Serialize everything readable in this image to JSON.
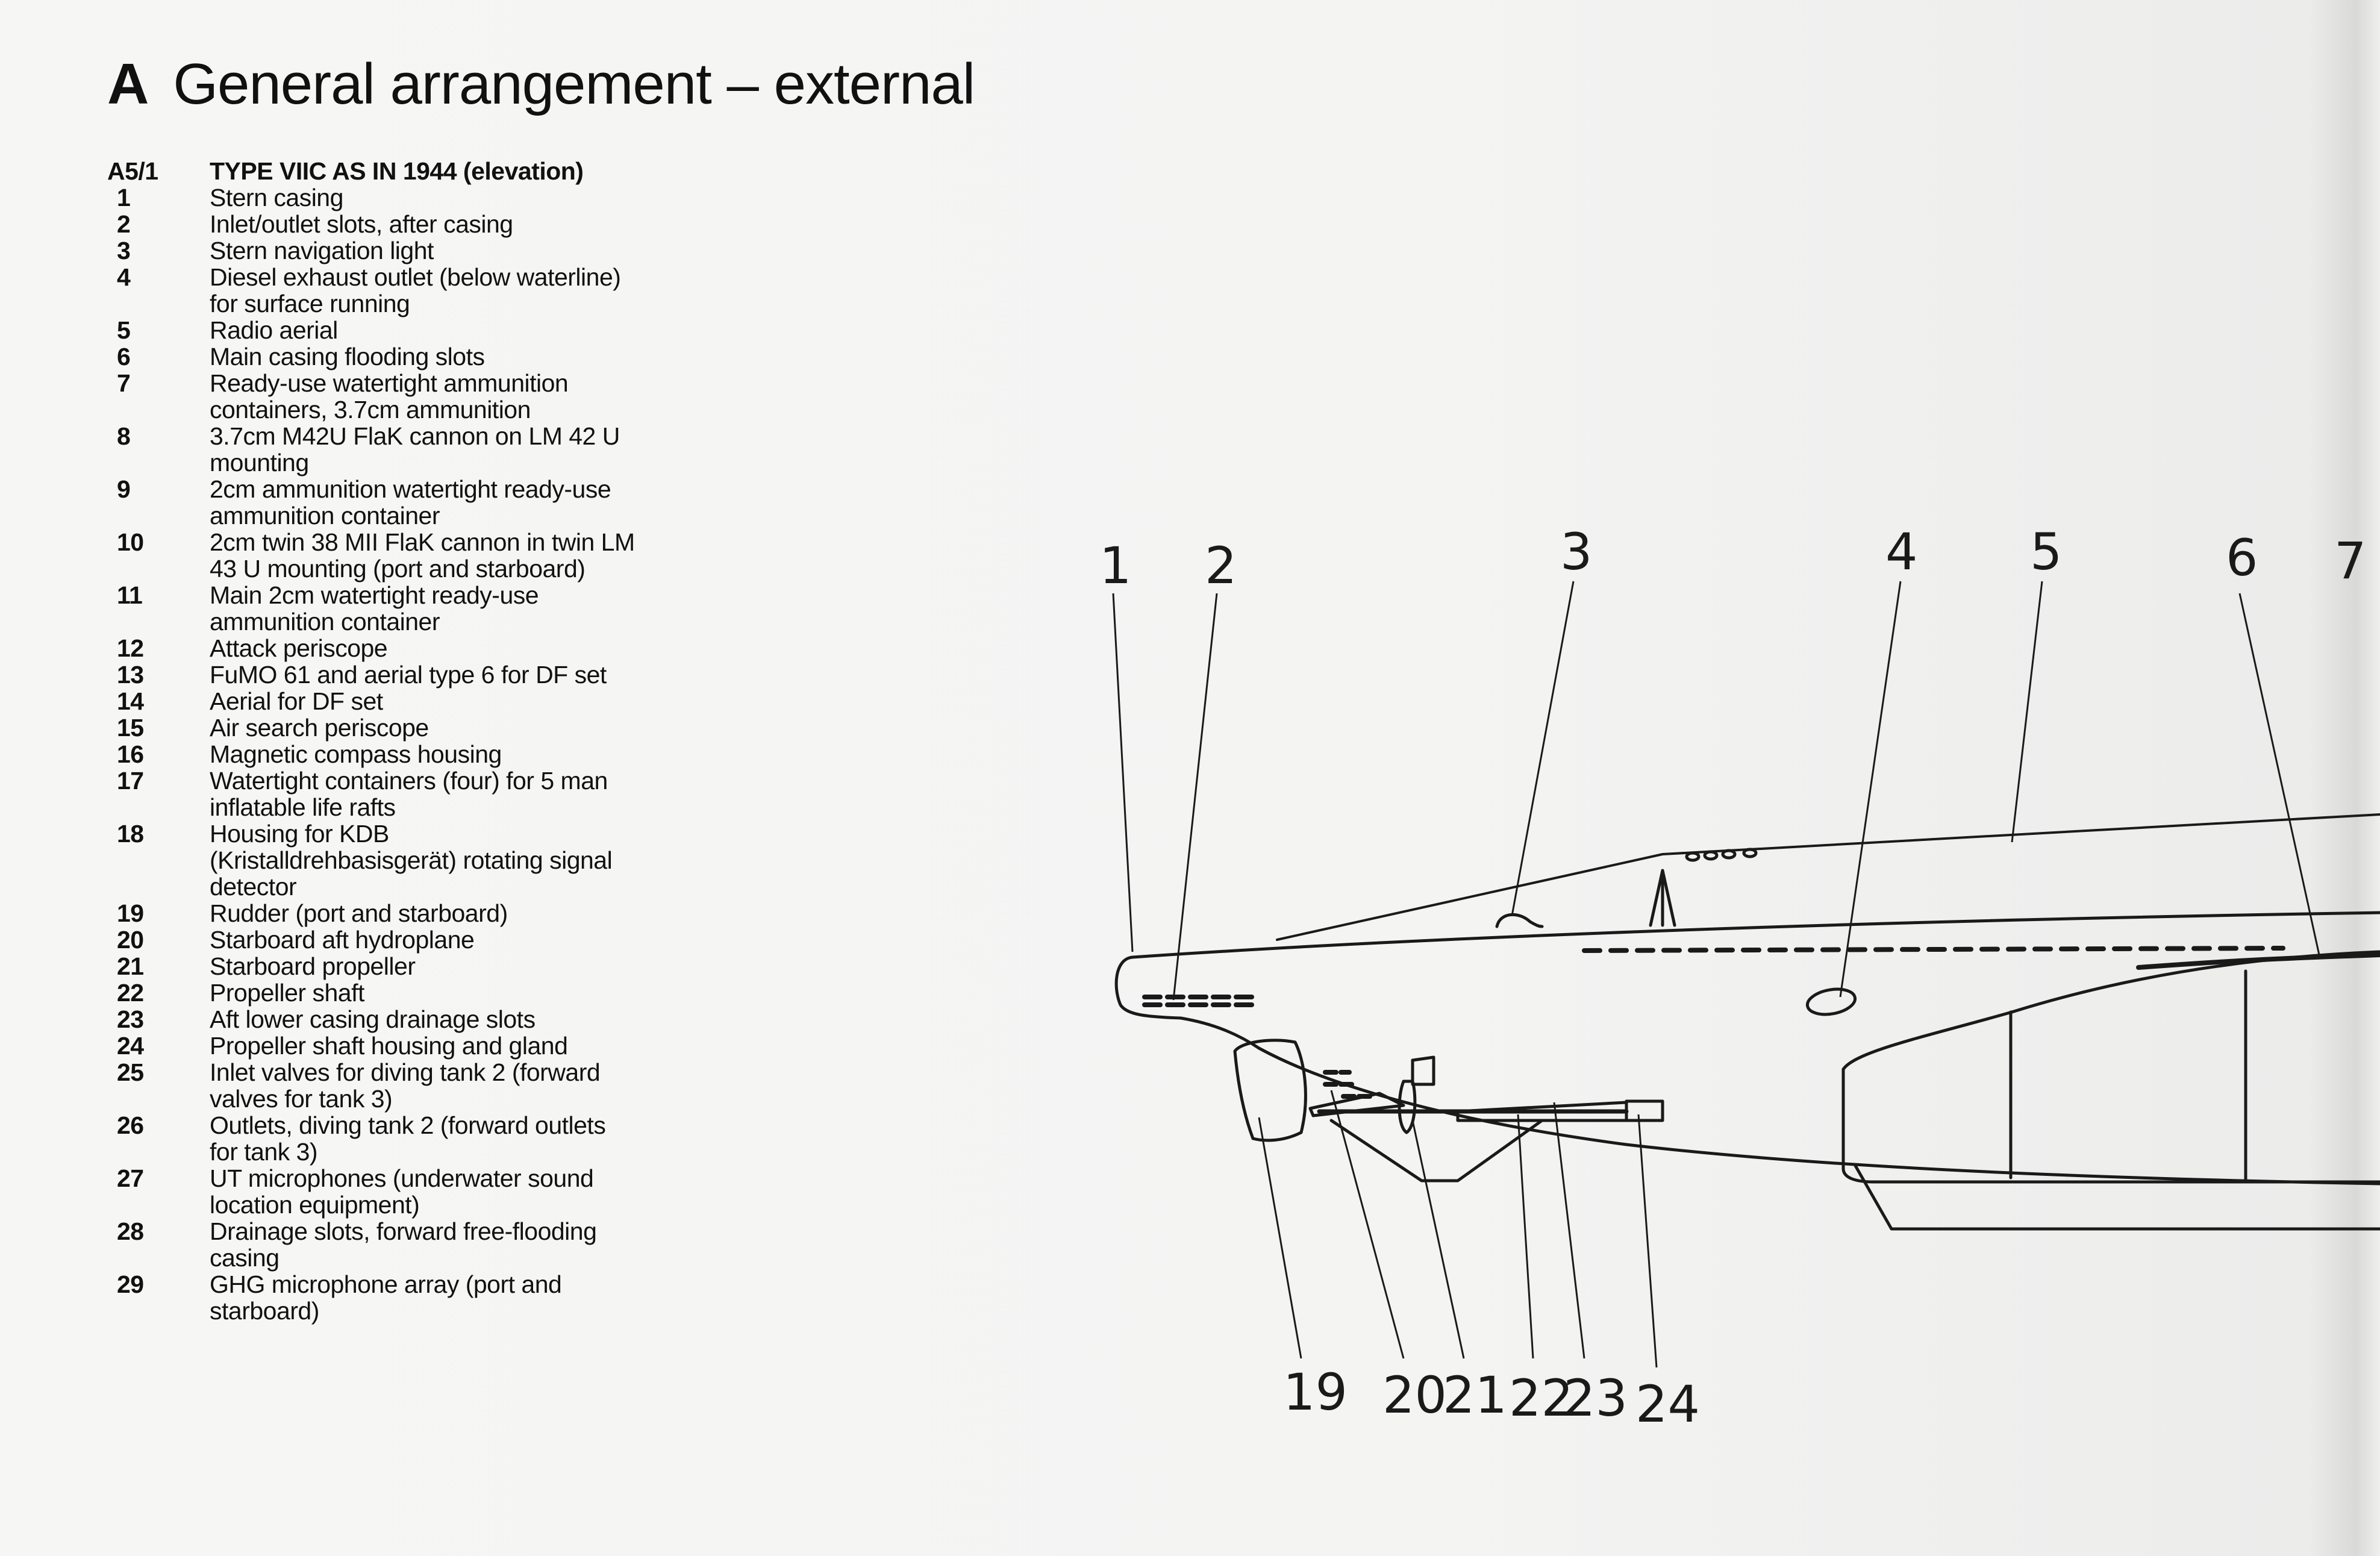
{
  "header": {
    "section_letter": "A",
    "title": "General arrangement – external"
  },
  "legend": {
    "code": "A5/1",
    "heading": "TYPE VIIC AS IN 1944 (elevation)",
    "items": [
      {
        "num": "1",
        "text": "Stern casing"
      },
      {
        "num": "2",
        "text": "Inlet/outlet slots, after casing"
      },
      {
        "num": "3",
        "text": "Stern navigation light"
      },
      {
        "num": "4",
        "text": "Diesel exhaust outlet (below waterline) for surface running"
      },
      {
        "num": "5",
        "text": "Radio aerial"
      },
      {
        "num": "6",
        "text": "Main casing flooding slots"
      },
      {
        "num": "7",
        "text": "Ready-use watertight ammunition containers, 3.7cm ammunition"
      },
      {
        "num": "8",
        "text": "3.7cm M42U FlaK cannon on LM 42 U mounting"
      },
      {
        "num": "9",
        "text": "2cm ammunition watertight ready-use ammunition container"
      },
      {
        "num": "10",
        "text": "2cm twin 38 MII FlaK cannon in twin LM 43 U mounting (port and starboard)"
      },
      {
        "num": "11",
        "text": "Main 2cm watertight ready-use ammunition container"
      },
      {
        "num": "12",
        "text": "Attack periscope"
      },
      {
        "num": "13",
        "text": "FuMO 61 and aerial type 6 for DF set"
      },
      {
        "num": "14",
        "text": "Aerial for DF set"
      },
      {
        "num": "15",
        "text": "Air search periscope"
      },
      {
        "num": "16",
        "text": "Magnetic compass housing"
      },
      {
        "num": "17",
        "text": "Watertight containers (four) for 5 man inflatable life rafts"
      },
      {
        "num": "18",
        "text": "Housing for KDB (Kristalldrehbasisgerät) rotating signal detector"
      },
      {
        "num": "19",
        "text": "Rudder (port and starboard)"
      },
      {
        "num": "20",
        "text": "Starboard aft hydroplane"
      },
      {
        "num": "21",
        "text": "Starboard propeller"
      },
      {
        "num": "22",
        "text": "Propeller shaft"
      },
      {
        "num": "23",
        "text": "Aft lower casing drainage slots"
      },
      {
        "num": "24",
        "text": "Propeller shaft housing and gland"
      },
      {
        "num": "25",
        "text": "Inlet valves for diving tank 2 (forward valves for tank 3)"
      },
      {
        "num": "26",
        "text": "Outlets, diving tank 2 (forward outlets for tank 3)"
      },
      {
        "num": "27",
        "text": "UT microphones (underwater sound location equipment)"
      },
      {
        "num": "28",
        "text": "Drainage slots, forward free-flooding casing"
      },
      {
        "num": "29",
        "text": "GHG microphone array (port and starboard)"
      }
    ]
  },
  "callouts": {
    "top": [
      "1",
      "2",
      "3",
      "4",
      "5",
      "6",
      "7"
    ],
    "bottom": [
      "19",
      "20",
      "21",
      "22",
      "23",
      "24"
    ]
  }
}
